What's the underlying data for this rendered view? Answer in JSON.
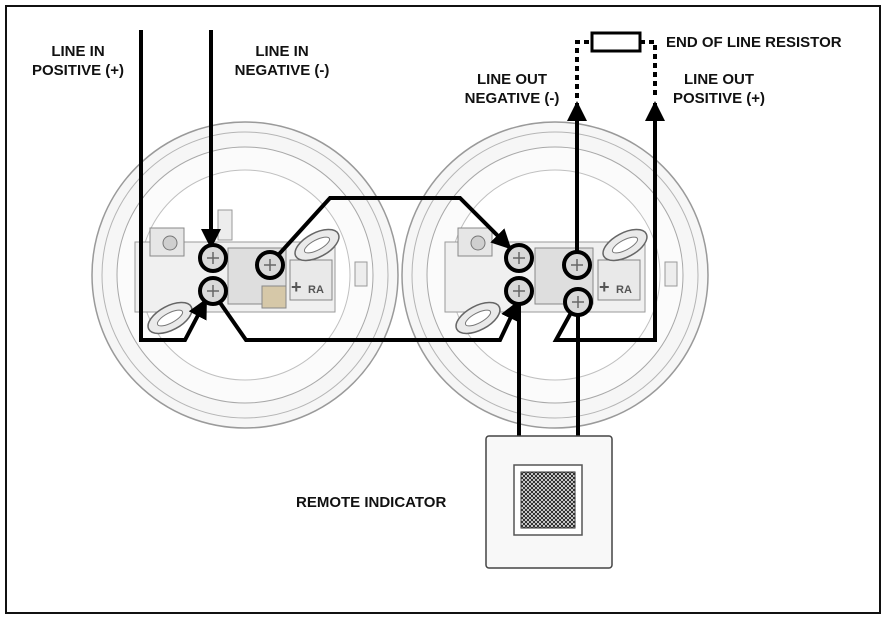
{
  "labels": {
    "line_in_positive": [
      "LINE IN",
      "POSITIVE (+)"
    ],
    "line_in_negative": [
      "LINE IN",
      "NEGATIVE (-)"
    ],
    "line_out_negative": [
      "LINE OUT",
      "NEGATIVE (-)"
    ],
    "line_out_positive": [
      "LINE OUT",
      "POSITIVE (+)"
    ],
    "end_of_line_resistor": "END OF LINE RESISTOR",
    "remote_indicator": "REMOTE INDICATOR"
  },
  "base_marks": {
    "plus": "+",
    "ra": "RA"
  },
  "colors": {
    "wire": "#000000",
    "base_outline": "#9a9a9a",
    "base_fill": "#f4f4f4",
    "terminal_fill": "#d9d9d9"
  }
}
